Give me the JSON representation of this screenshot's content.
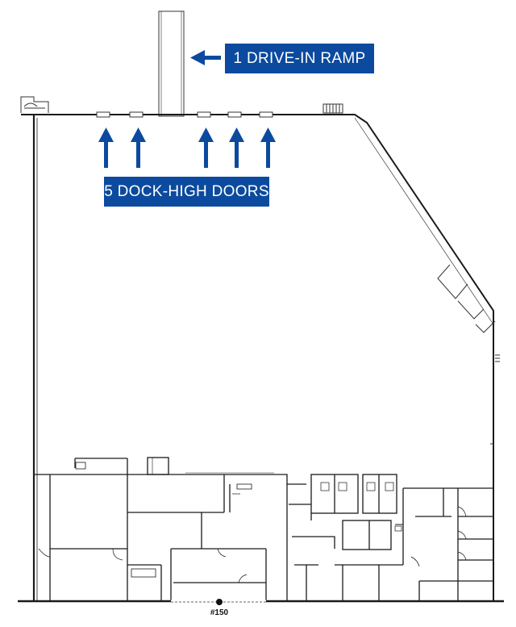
{
  "callouts": {
    "ramp": "1 DRIVE-IN RAMP",
    "docks": "5 DOCK-HIGH DOORS"
  },
  "unit_label": "#150",
  "colors": {
    "accent": "#0b4a9e",
    "walls": "#1a1a1a",
    "background": "#ffffff"
  },
  "icons": {
    "ramp_pointer": "arrow-left-icon",
    "dock_pointers": "arrow-up-icon"
  },
  "dock_door_count": 5,
  "ramp_count": 1
}
